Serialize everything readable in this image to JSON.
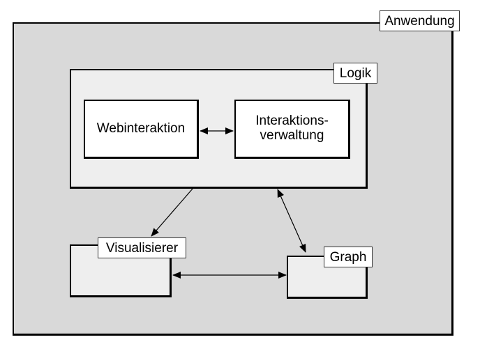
{
  "colors": {
    "outer_fill": "#d9d9d9",
    "panel_fill": "#eeeeee",
    "white": "#ffffff",
    "stroke": "#000000"
  },
  "containers": {
    "anwendung": "Anwendung",
    "logik": "Logik",
    "visualisierer": "Visualisierer",
    "graph": "Graph"
  },
  "components": {
    "webinteraktion": "Webinteraktion",
    "interaktionsverwaltung": [
      "Interaktions-",
      "verwaltung"
    ]
  },
  "edges": [
    {
      "from": "Webinteraktion",
      "to": "Interaktionsverwaltung",
      "direction": "both"
    },
    {
      "from": "Logik",
      "to": "Visualisierer",
      "direction": "forward"
    },
    {
      "from": "Logik",
      "to": "Graph",
      "direction": "both"
    },
    {
      "from": "Visualisierer",
      "to": "Graph",
      "direction": "both"
    }
  ]
}
